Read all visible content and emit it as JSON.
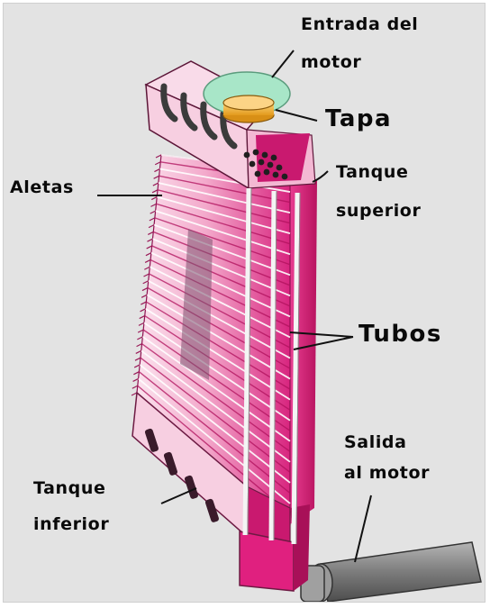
{
  "labels": {
    "entrada_line1": "Entrada del",
    "entrada_line2": "motor",
    "tapa": "Tapa",
    "tanque_superior_line1": "Tanque",
    "tanque_superior_line2": "superior",
    "aletas": "Aletas",
    "tubos": "Tubos",
    "salida_line1": "Salida",
    "salida_line2": "al motor",
    "tanque_inferior_line1": "Tanque",
    "tanque_inferior_line2": "inferior"
  },
  "colors": {
    "background": "#e3e3e3",
    "fin_light": "#f6c4db",
    "fin_dark": "#d91f7c",
    "tank_light": "#f7cfe1",
    "tank_magenta": "#e0207f",
    "cap": "#f5b43c",
    "inlet": "#a8e6c8",
    "hose": "#8a8a8a",
    "leader": "#111111"
  }
}
